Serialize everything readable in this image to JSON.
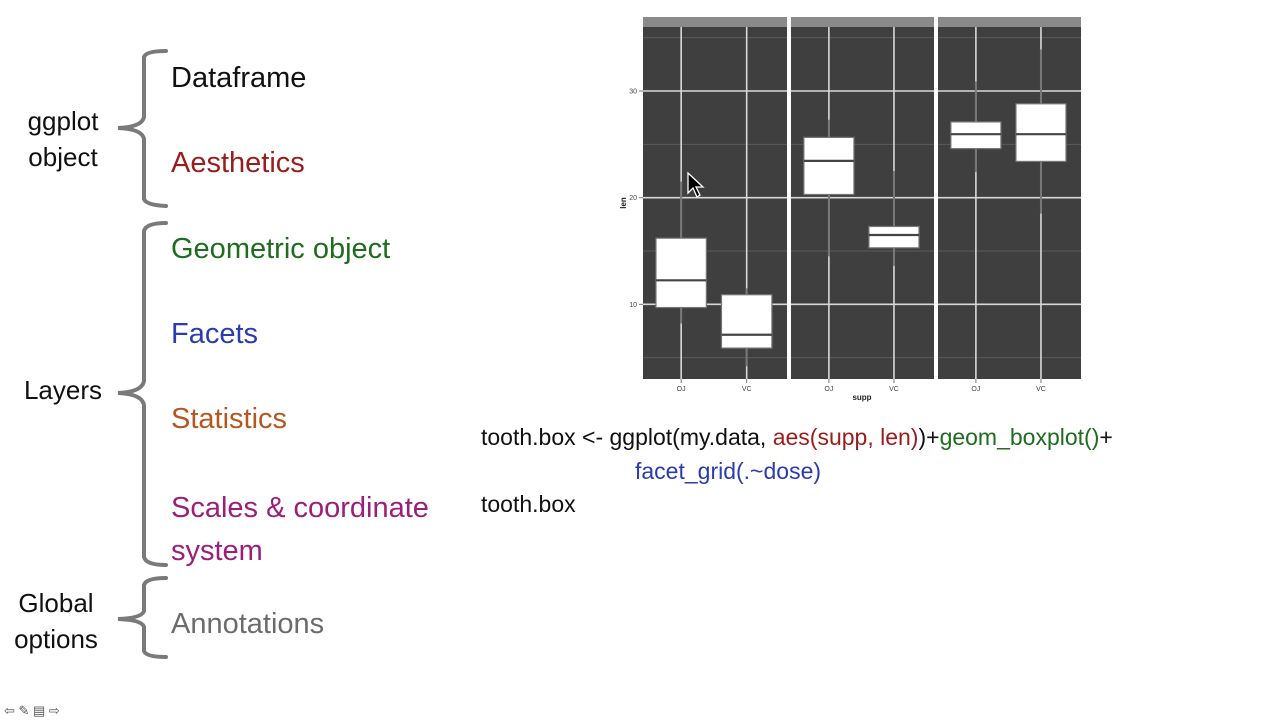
{
  "groups": {
    "ggplot_object": {
      "line1": "ggplot",
      "line2": "object"
    },
    "layers": {
      "label": "Layers"
    },
    "global_options": {
      "line1": "Global",
      "line2": "options"
    }
  },
  "items": {
    "dataframe": {
      "label": "Dataframe",
      "color": "#111111"
    },
    "aesthetics": {
      "label": "Aesthetics",
      "color": "#9b1c1c"
    },
    "geometric_object": {
      "label": "Geometric object",
      "color": "#1f6b1f"
    },
    "facets": {
      "label": "Facets",
      "color": "#2b3bb0"
    },
    "statistics": {
      "label": "Statistics",
      "color": "#b5571f"
    },
    "scales": {
      "line1": "Scales & coordinate",
      "line2": "system",
      "color": "#9b1f7a"
    },
    "annotations": {
      "label": "Annotations",
      "color": "#6b6b6b"
    }
  },
  "code": {
    "line1_a": "tooth.box <- ggplot(my.data, ",
    "line1_b": "aes(supp,  len)",
    "line1_c": ")+",
    "line1_d": "geom_boxplot()",
    "line1_e": "+",
    "line2": "facet_grid(.~dose)",
    "line3": "tooth.box"
  },
  "chart_data": {
    "type": "boxplot",
    "facets": [
      {
        "label": "",
        "boxes": [
          {
            "category": "OJ",
            "q1": 9.7,
            "median": 12.25,
            "q3": 16.2,
            "whisker_low": 8.2,
            "whisker_high": 21.5
          },
          {
            "category": "VC",
            "q1": 5.9,
            "median": 7.15,
            "q3": 10.9,
            "whisker_low": 4.2,
            "whisker_high": 11.5
          }
        ]
      },
      {
        "label": "",
        "boxes": [
          {
            "category": "OJ",
            "q1": 20.3,
            "median": 23.45,
            "q3": 25.65,
            "whisker_low": 14.5,
            "whisker_high": 27.3
          },
          {
            "category": "VC",
            "q1": 15.3,
            "median": 16.5,
            "q3": 17.3,
            "whisker_low": 13.6,
            "whisker_high": 22.5
          }
        ]
      },
      {
        "label": "",
        "boxes": [
          {
            "category": "OJ",
            "q1": 24.6,
            "median": 25.95,
            "q3": 27.1,
            "whisker_low": 22.4,
            "whisker_high": 30.9
          },
          {
            "category": "VC",
            "q1": 23.4,
            "median": 25.95,
            "q3": 28.8,
            "whisker_low": 18.5,
            "whisker_high": 33.9
          }
        ]
      }
    ],
    "categories": [
      "OJ",
      "VC"
    ],
    "xlabel": "supp",
    "ylabel": "len",
    "yticks": [
      10,
      20,
      30
    ],
    "ylim": [
      3,
      36
    ],
    "panel_bg": "#3f3f3f",
    "grid": true
  },
  "nav": {
    "glyphs": "⇦ ✎ ▤ ⇨"
  }
}
